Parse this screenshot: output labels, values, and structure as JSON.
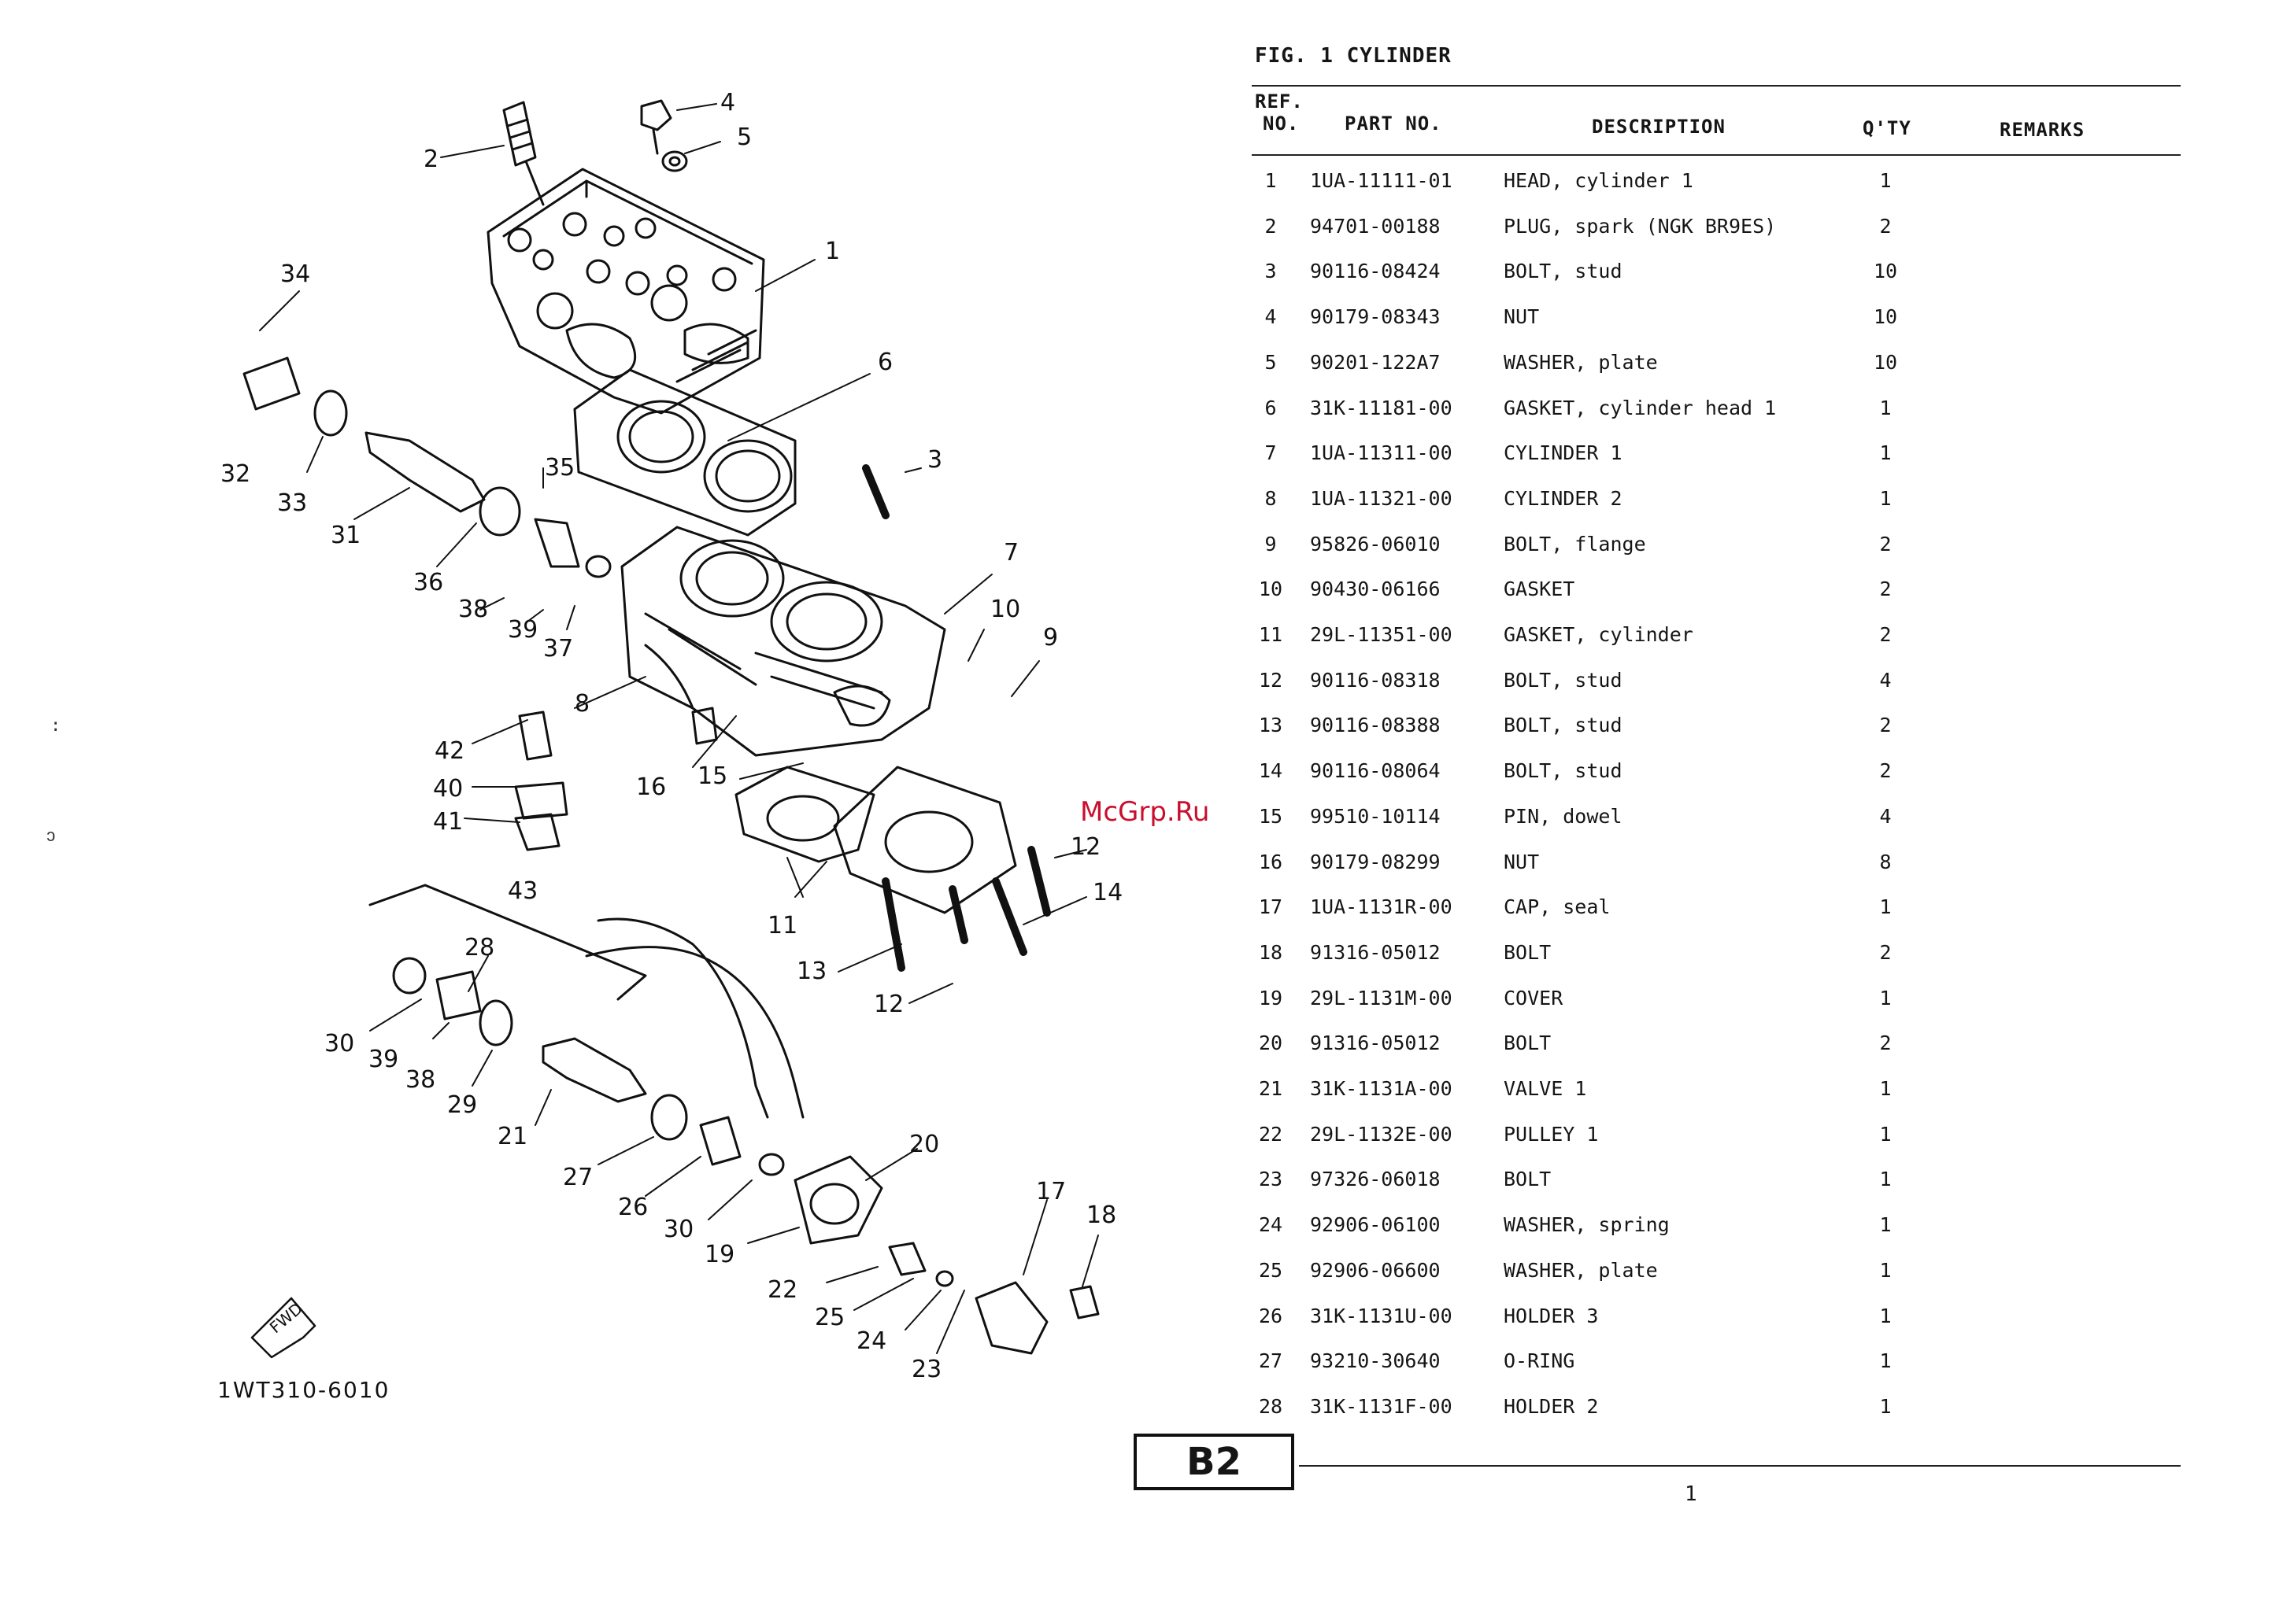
{
  "figure": {
    "title": "FIG. 1 CYLINDER",
    "drawing_code": "1WT310-6010",
    "fwd_label": "FWD"
  },
  "watermark": "McGrp.Ru",
  "table": {
    "headers": {
      "ref": "REF.",
      "no": "NO.",
      "part_no": "PART NO.",
      "description": "DESCRIPTION",
      "qty": "Q'TY",
      "remarks": "REMARKS"
    },
    "rows": [
      {
        "ref": "1",
        "part_no": "1UA-11111-01",
        "description": "HEAD, cylinder 1",
        "qty": "1"
      },
      {
        "ref": "2",
        "part_no": "94701-00188",
        "description": "PLUG, spark (NGK BR9ES)",
        "qty": "2"
      },
      {
        "ref": "3",
        "part_no": "90116-08424",
        "description": "BOLT, stud",
        "qty": "10"
      },
      {
        "ref": "4",
        "part_no": "90179-08343",
        "description": "NUT",
        "qty": "10"
      },
      {
        "ref": "5",
        "part_no": "90201-122A7",
        "description": "WASHER, plate",
        "qty": "10"
      },
      {
        "ref": "6",
        "part_no": "31K-11181-00",
        "description": "GASKET, cylinder head 1",
        "qty": "1"
      },
      {
        "ref": "7",
        "part_no": "1UA-11311-00",
        "description": "CYLINDER 1",
        "qty": "1"
      },
      {
        "ref": "8",
        "part_no": "1UA-11321-00",
        "description": "CYLINDER 2",
        "qty": "1"
      },
      {
        "ref": "9",
        "part_no": "95826-06010",
        "description": "BOLT, flange",
        "qty": "2"
      },
      {
        "ref": "10",
        "part_no": "90430-06166",
        "description": "GASKET",
        "qty": "2"
      },
      {
        "ref": "11",
        "part_no": "29L-11351-00",
        "description": "GASKET, cylinder",
        "qty": "2"
      },
      {
        "ref": "12",
        "part_no": "90116-08318",
        "description": "BOLT, stud",
        "qty": "4"
      },
      {
        "ref": "13",
        "part_no": "90116-08388",
        "description": "BOLT, stud",
        "qty": "2"
      },
      {
        "ref": "14",
        "part_no": "90116-08064",
        "description": "BOLT, stud",
        "qty": "2"
      },
      {
        "ref": "15",
        "part_no": "99510-10114",
        "description": "PIN, dowel",
        "qty": "4"
      },
      {
        "ref": "16",
        "part_no": "90179-08299",
        "description": "NUT",
        "qty": "8"
      },
      {
        "ref": "17",
        "part_no": "1UA-1131R-00",
        "description": "CAP, seal",
        "qty": "1"
      },
      {
        "ref": "18",
        "part_no": "91316-05012",
        "description": "BOLT",
        "qty": "2"
      },
      {
        "ref": "19",
        "part_no": "29L-1131M-00",
        "description": "COVER",
        "qty": "1"
      },
      {
        "ref": "20",
        "part_no": "91316-05012",
        "description": "BOLT",
        "qty": "2"
      },
      {
        "ref": "21",
        "part_no": "31K-1131A-00",
        "description": "VALVE 1",
        "qty": "1"
      },
      {
        "ref": "22",
        "part_no": "29L-1132E-00",
        "description": "PULLEY 1",
        "qty": "1"
      },
      {
        "ref": "23",
        "part_no": "97326-06018",
        "description": "BOLT",
        "qty": "1"
      },
      {
        "ref": "24",
        "part_no": "92906-06100",
        "description": "WASHER, spring",
        "qty": "1"
      },
      {
        "ref": "25",
        "part_no": "92906-06600",
        "description": "WASHER, plate",
        "qty": "1"
      },
      {
        "ref": "26",
        "part_no": "31K-1131U-00",
        "description": "HOLDER 3",
        "qty": "1"
      },
      {
        "ref": "27",
        "part_no": "93210-30640",
        "description": "O-RING",
        "qty": "1"
      },
      {
        "ref": "28",
        "part_no": "31K-1131F-00",
        "description": "HOLDER 2",
        "qty": "1"
      }
    ]
  },
  "callouts": [
    "1",
    "2",
    "3",
    "4",
    "5",
    "6",
    "7",
    "8",
    "9",
    "10",
    "11",
    "12",
    "12",
    "13",
    "14",
    "15",
    "16",
    "17",
    "18",
    "19",
    "20",
    "21",
    "22",
    "23",
    "24",
    "25",
    "26",
    "27",
    "28",
    "29",
    "30",
    "30",
    "31",
    "32",
    "33",
    "34",
    "35",
    "36",
    "37",
    "38",
    "38",
    "39",
    "39",
    "40",
    "41",
    "42",
    "43"
  ],
  "page": {
    "section_label": "B2",
    "number": "1"
  }
}
